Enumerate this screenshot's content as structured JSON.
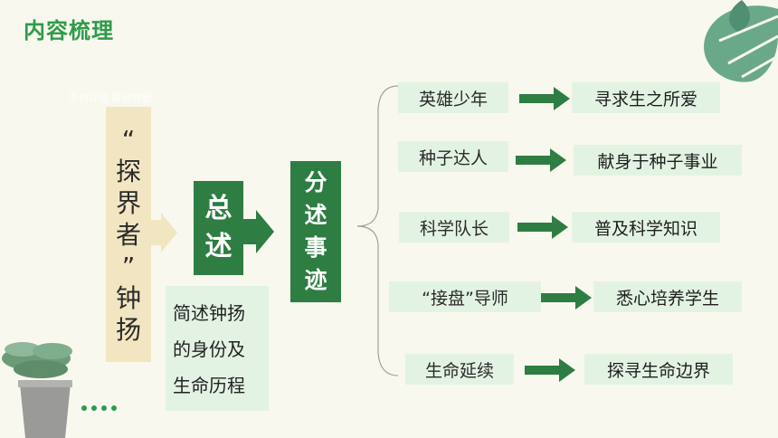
{
  "header": {
    "title": "内容梳理"
  },
  "watermark": "原创导图 原创导图",
  "main_title": [
    "“",
    "探",
    "界",
    "者",
    "”",
    "钟",
    "扬"
  ],
  "summary": {
    "label": [
      "总",
      "述"
    ],
    "note": [
      "简述钟扬",
      "的身份及",
      "生命历程"
    ]
  },
  "deeds": {
    "label": [
      "分",
      "述",
      "事",
      "迹"
    ]
  },
  "rows": [
    {
      "label": "英雄少年",
      "result": "寻求生之所爱"
    },
    {
      "label": "种子达人",
      "result": "献身于种子事业"
    },
    {
      "label": "科学队长",
      "result": "普及科学知识"
    },
    {
      "label": "“接盘”导师",
      "result": "悉心培养学生"
    },
    {
      "label": "生命延续",
      "result": "探寻生命边界"
    }
  ],
  "colors": {
    "accent": "#2e9b4a",
    "box": "#2e7d42",
    "light_box": "#e3f3e3",
    "tan": "#f2e6c2"
  }
}
